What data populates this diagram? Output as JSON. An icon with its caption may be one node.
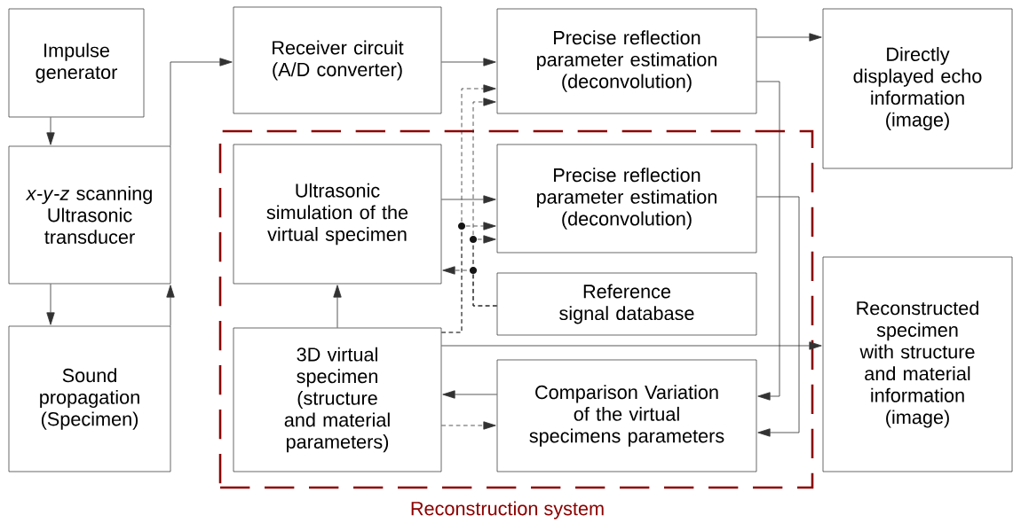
{
  "diagram": {
    "nodes": [
      {
        "text": [
          "Impulse generator"
        ]
      },
      {
        "text": [
          "*x*-*y*-*z* scanning Ultrasonic transducer"
        ]
      },
      {
        "text": [
          "Sound propagation (Specimen)"
        ]
      },
      {
        "text": [
          "Receiver circuit (A/D converter)"
        ]
      },
      {
        "text": [
          "Precise reflection parameter estimation (deconvolution)"
        ]
      },
      {
        "text": [
          "Directly displayed echo information (image)"
        ]
      },
      {
        "text": [
          "Reconstruction system"
        ]
      },
      {
        "text": [
          "Ultrasonic simulation of the virtual specimen"
        ],
        "in": 6
      },
      {
        "text": [
          "Precise reflection parameter estimation (deconvolution)"
        ],
        "in": 6
      },
      {
        "text": [
          "Reference signal database"
        ],
        "in": 6
      },
      {
        "text": [
          "3D virtual specimen (structure and material parameters)"
        ],
        "in": 6
      },
      {
        "text": [
          "Comparison Variation of the virtual specimens parameters"
        ],
        "in": 6
      },
      {
        "text": [
          "Reconstructed specimen with structure and material information (image)"
        ]
      }
    ],
    "edges": [
      {
        "from": 0,
        "to": 1,
        "arrow": "to"
      },
      {
        "from": 1,
        "to": 3,
        "arrow": "to"
      },
      {
        "from": 1,
        "to": 2,
        "arrow": "to"
      },
      {
        "from": 2,
        "to": 1,
        "arrow": "to"
      },
      {
        "from": 3,
        "to": 4,
        "arrow": "to"
      },
      {
        "from": 4,
        "to": 5,
        "arrow": "to"
      },
      {
        "from": 10,
        "to": 4,
        "arrow": "to",
        "style": "dashed"
      },
      {
        "from": 9,
        "to": 4,
        "arrow": "to",
        "style": "dashed"
      },
      {
        "from": 7,
        "to": 8,
        "arrow": "to"
      },
      {
        "from": 10,
        "to": 8,
        "arrow": "to",
        "style": "dashed"
      },
      {
        "from": 9,
        "to": 8,
        "arrow": "to",
        "style": "dashed"
      },
      {
        "from": 9,
        "to": 7,
        "arrow": "to",
        "style": "dashed"
      },
      {
        "from": 10,
        "to": 7,
        "arrow": "to"
      },
      {
        "from": 10,
        "to": 12,
        "arrow": "to"
      },
      {
        "from": 11,
        "to": 10,
        "arrow": "to"
      },
      {
        "from": 10,
        "to": 11,
        "arrow": "to",
        "style": "dashed"
      },
      {
        "from": 4,
        "to": 11,
        "arrow": "to"
      },
      {
        "from": 8,
        "to": 11,
        "arrow": "to"
      }
    ]
  }
}
